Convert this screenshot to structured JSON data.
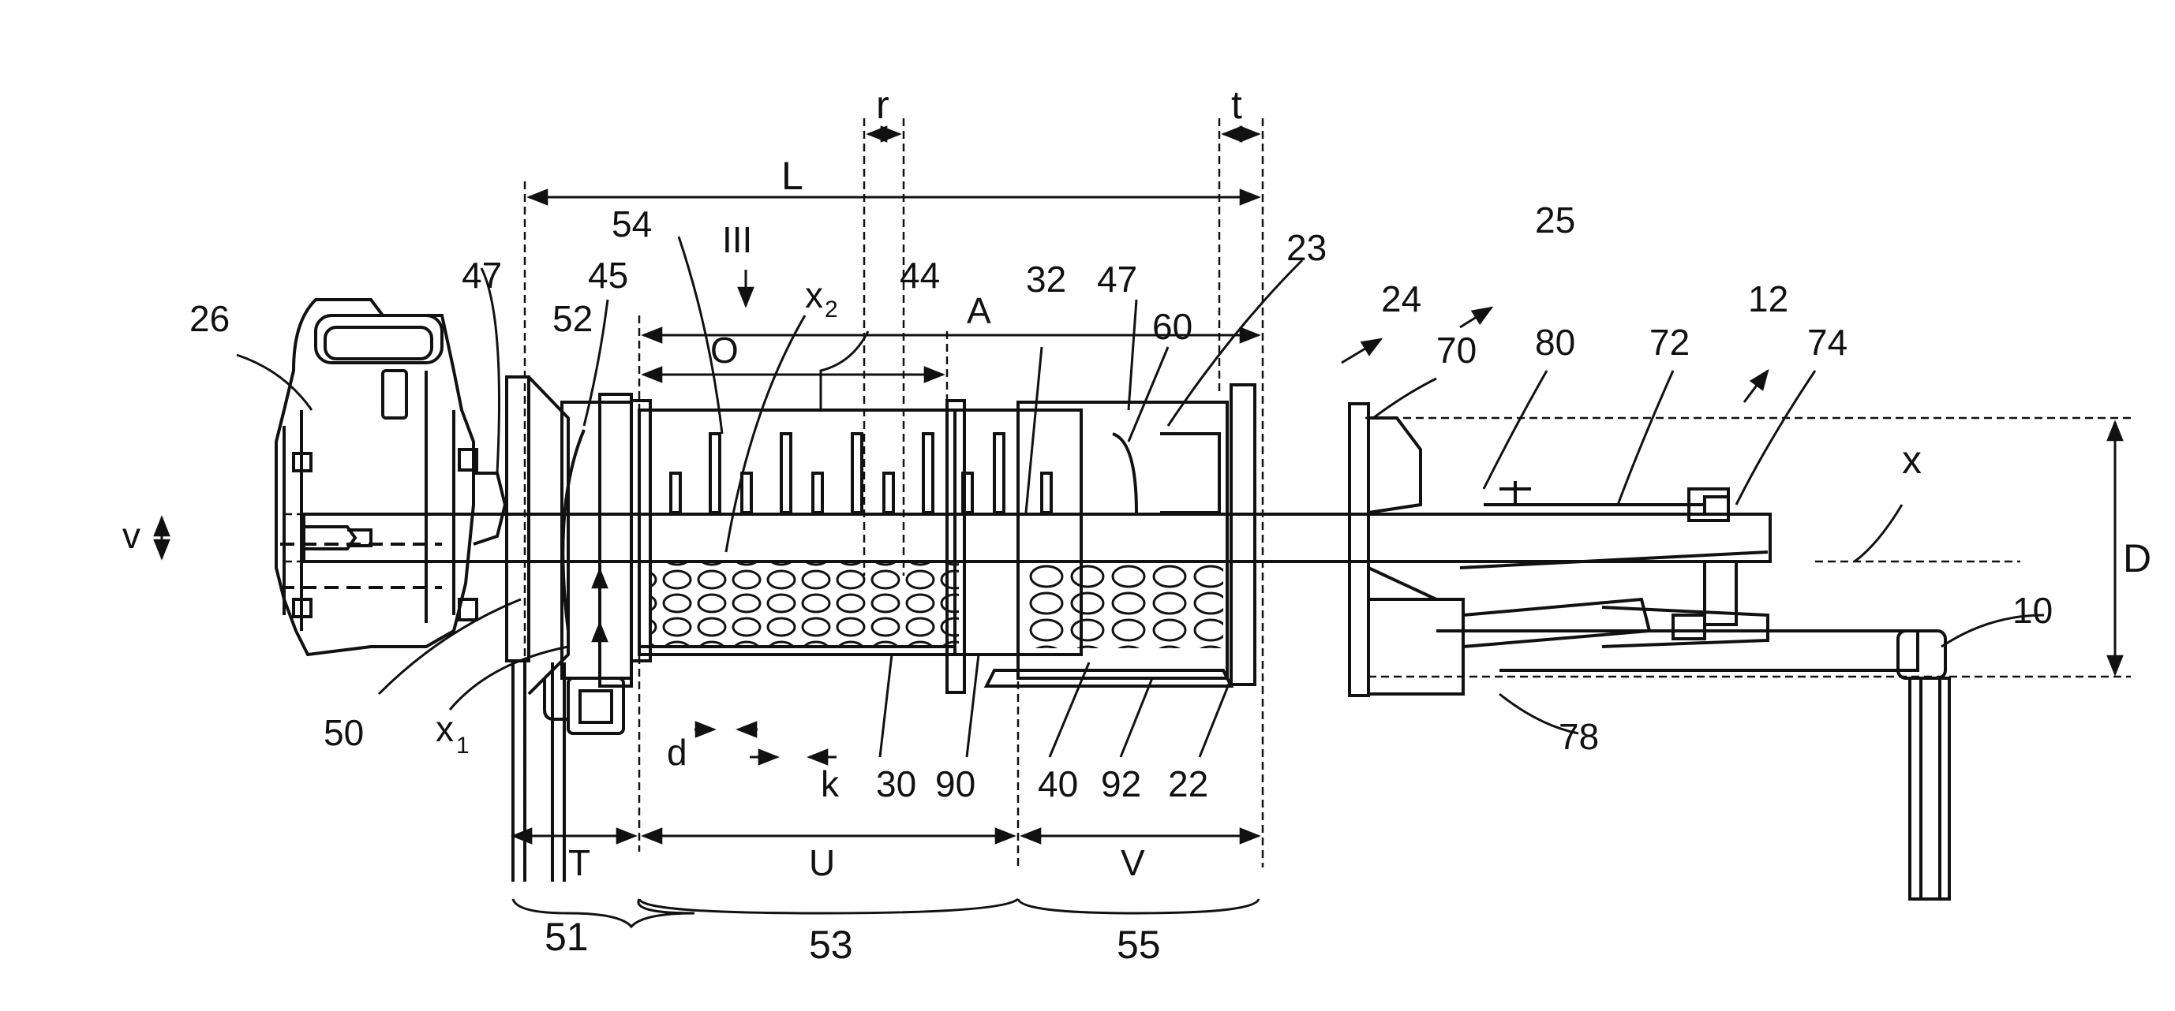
{
  "figure": {
    "background": "#ffffff",
    "ink": "#111111",
    "labels": {
      "L": "L",
      "r": "r",
      "t": "t",
      "III": "III",
      "x2_base": "x",
      "x2_sub": "2",
      "x1_base": "x",
      "x1_sub": "1",
      "A": "A",
      "O": "O",
      "D": "D",
      "v": "v",
      "x": "x",
      "T": "T",
      "U": "U",
      "V": "V",
      "d": "d",
      "k": "k",
      "n10": "10",
      "n12": "12",
      "n22": "22",
      "n23": "23",
      "n24": "24",
      "n25": "25",
      "n26": "26",
      "n30": "30",
      "n32": "32",
      "n40": "40",
      "n44": "44",
      "n45": "45",
      "n47a": "47",
      "n47b": "47",
      "n50": "50",
      "n51": "51",
      "n52": "52",
      "n53": "53",
      "n54": "54",
      "n55": "55",
      "n60": "60",
      "n70": "70",
      "n72": "72",
      "n74": "74",
      "n78": "78",
      "n80": "80",
      "n90": "90",
      "n92": "92"
    }
  }
}
